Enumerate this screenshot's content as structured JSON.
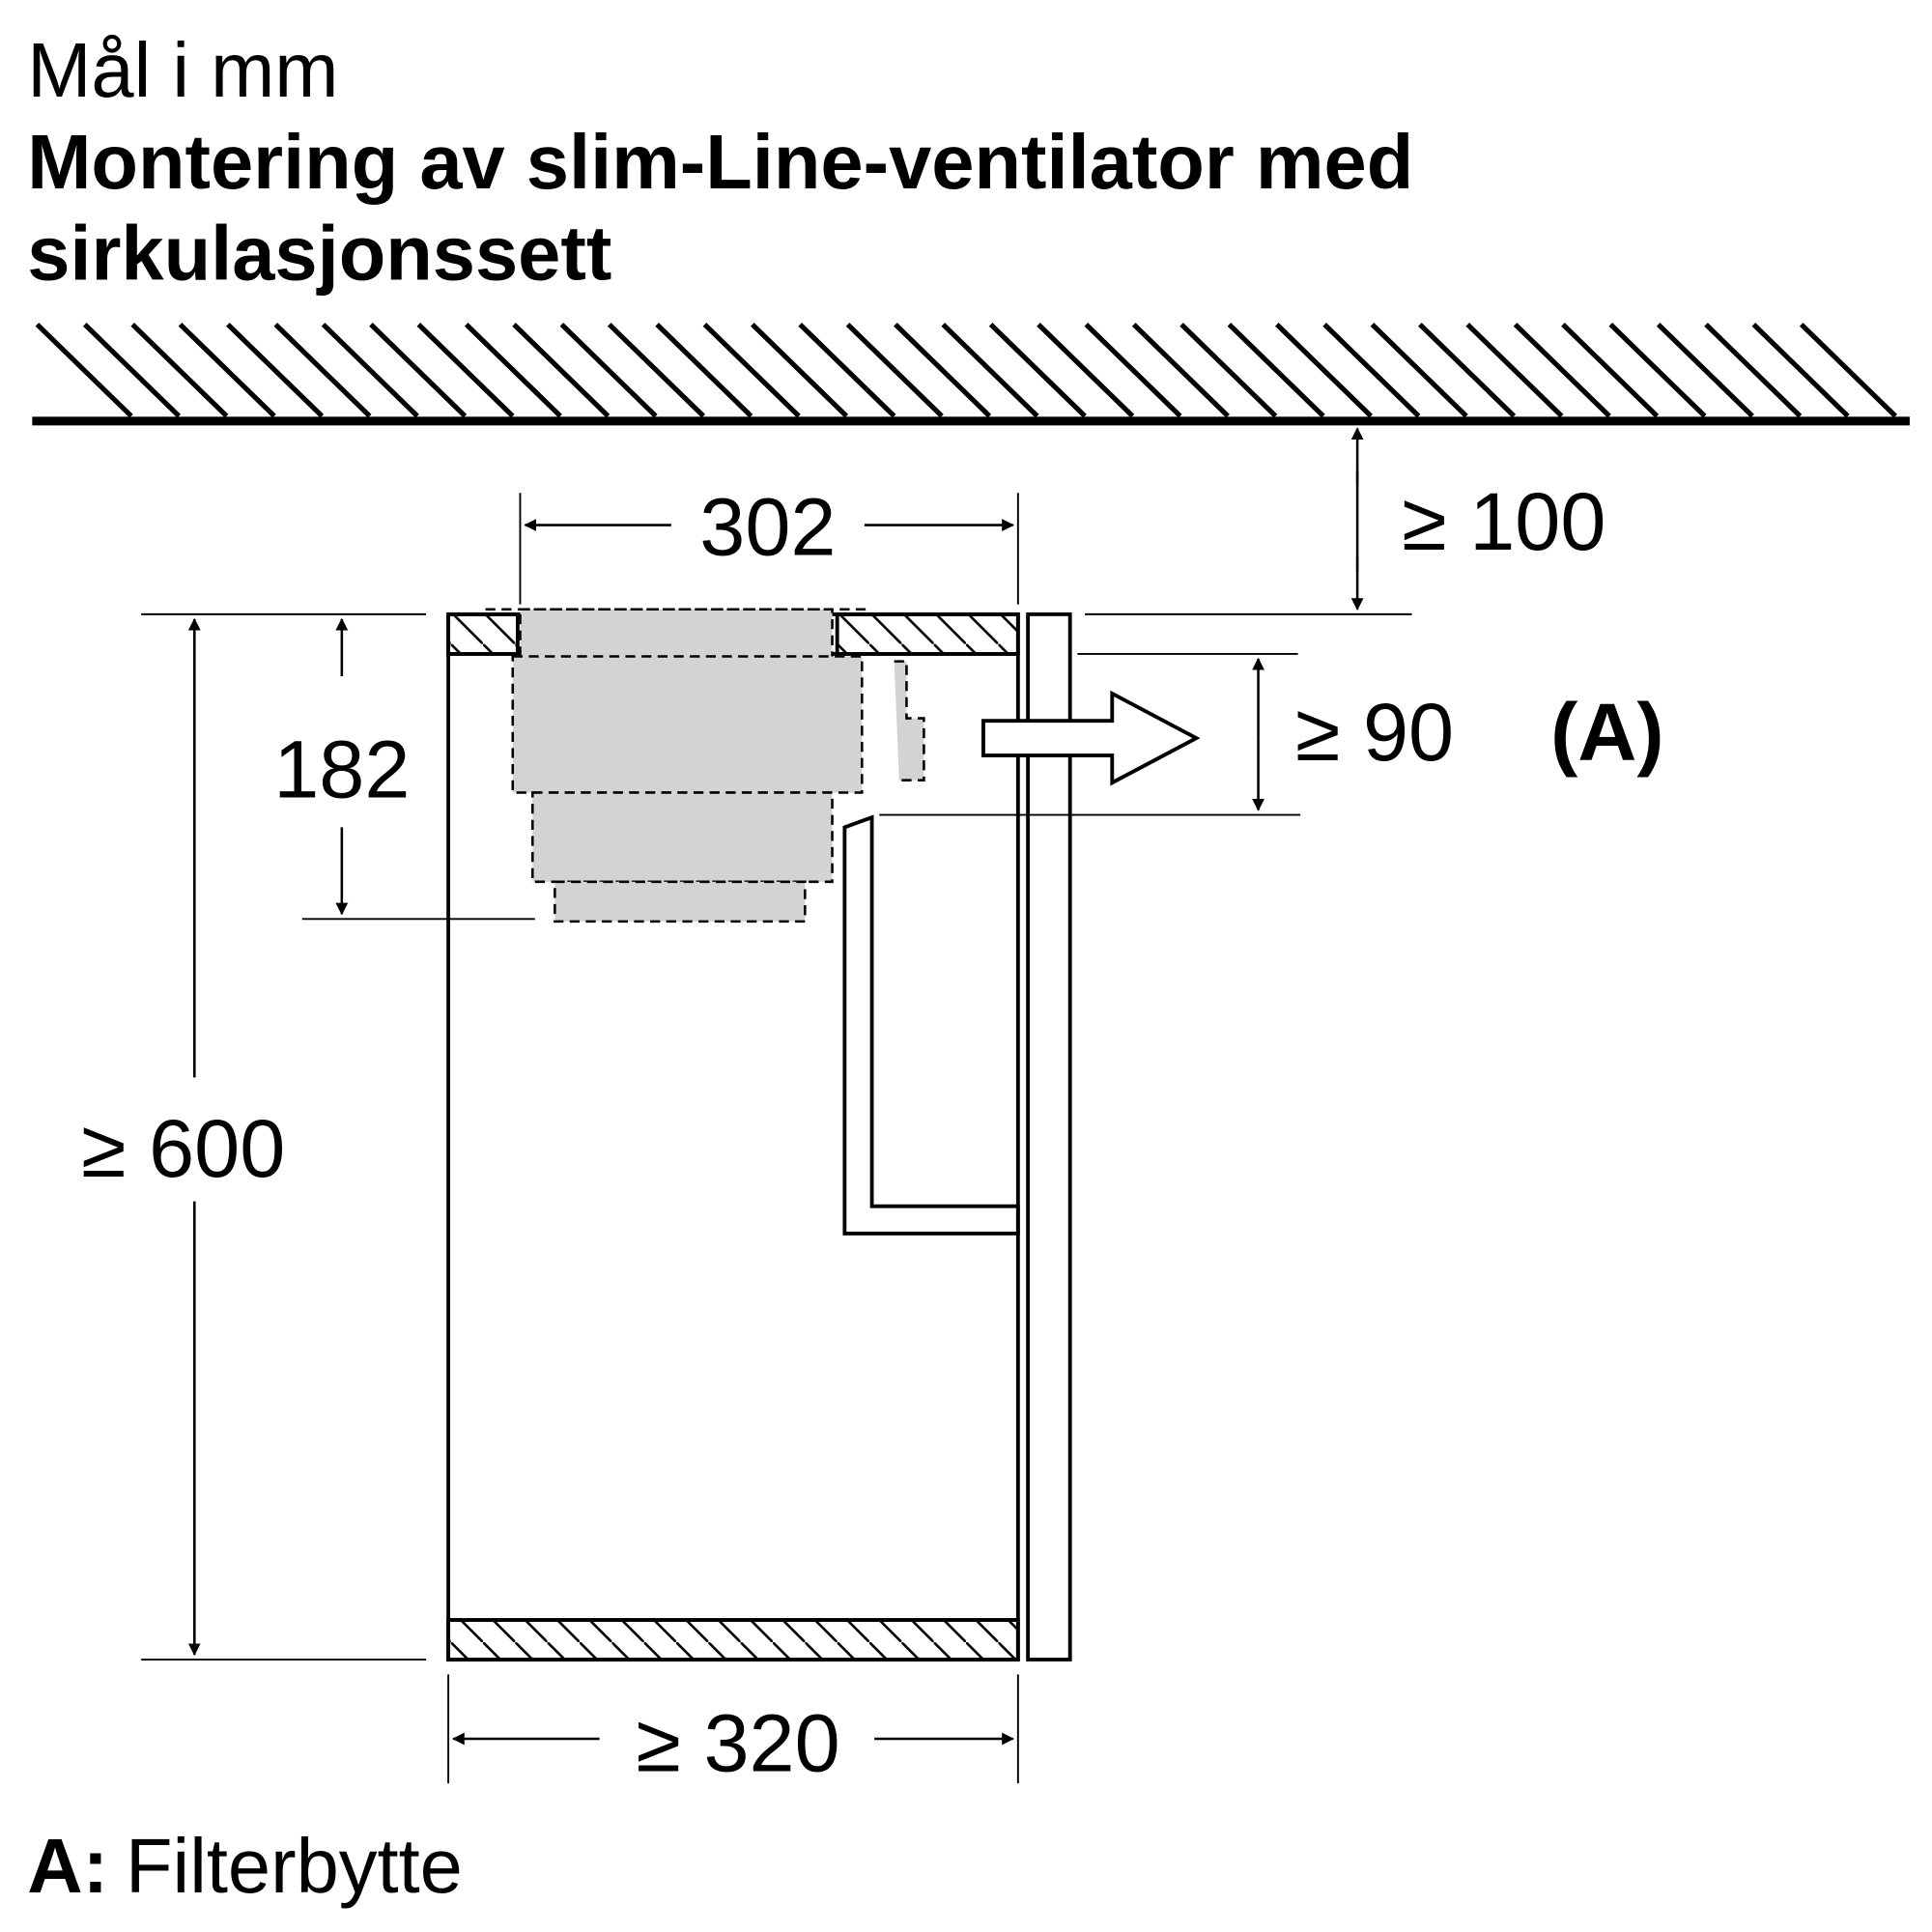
{
  "header": {
    "units": "Mål i mm",
    "title_line1": "Montering av slim-Line-ventilator med",
    "title_line2": "sirkulasjonssett"
  },
  "dimensions": {
    "width_top": "302",
    "ceiling_gap": "≥ 100",
    "filter_gap": "≥ 90",
    "filter_marker": "(A)",
    "depth": "182",
    "height": "≥ 600",
    "width_bottom": "≥ 320"
  },
  "legend": {
    "key": "A:",
    "text": "Filterbytte"
  },
  "colors": {
    "line": "#000000",
    "module_fill": "#d3d3d3"
  }
}
